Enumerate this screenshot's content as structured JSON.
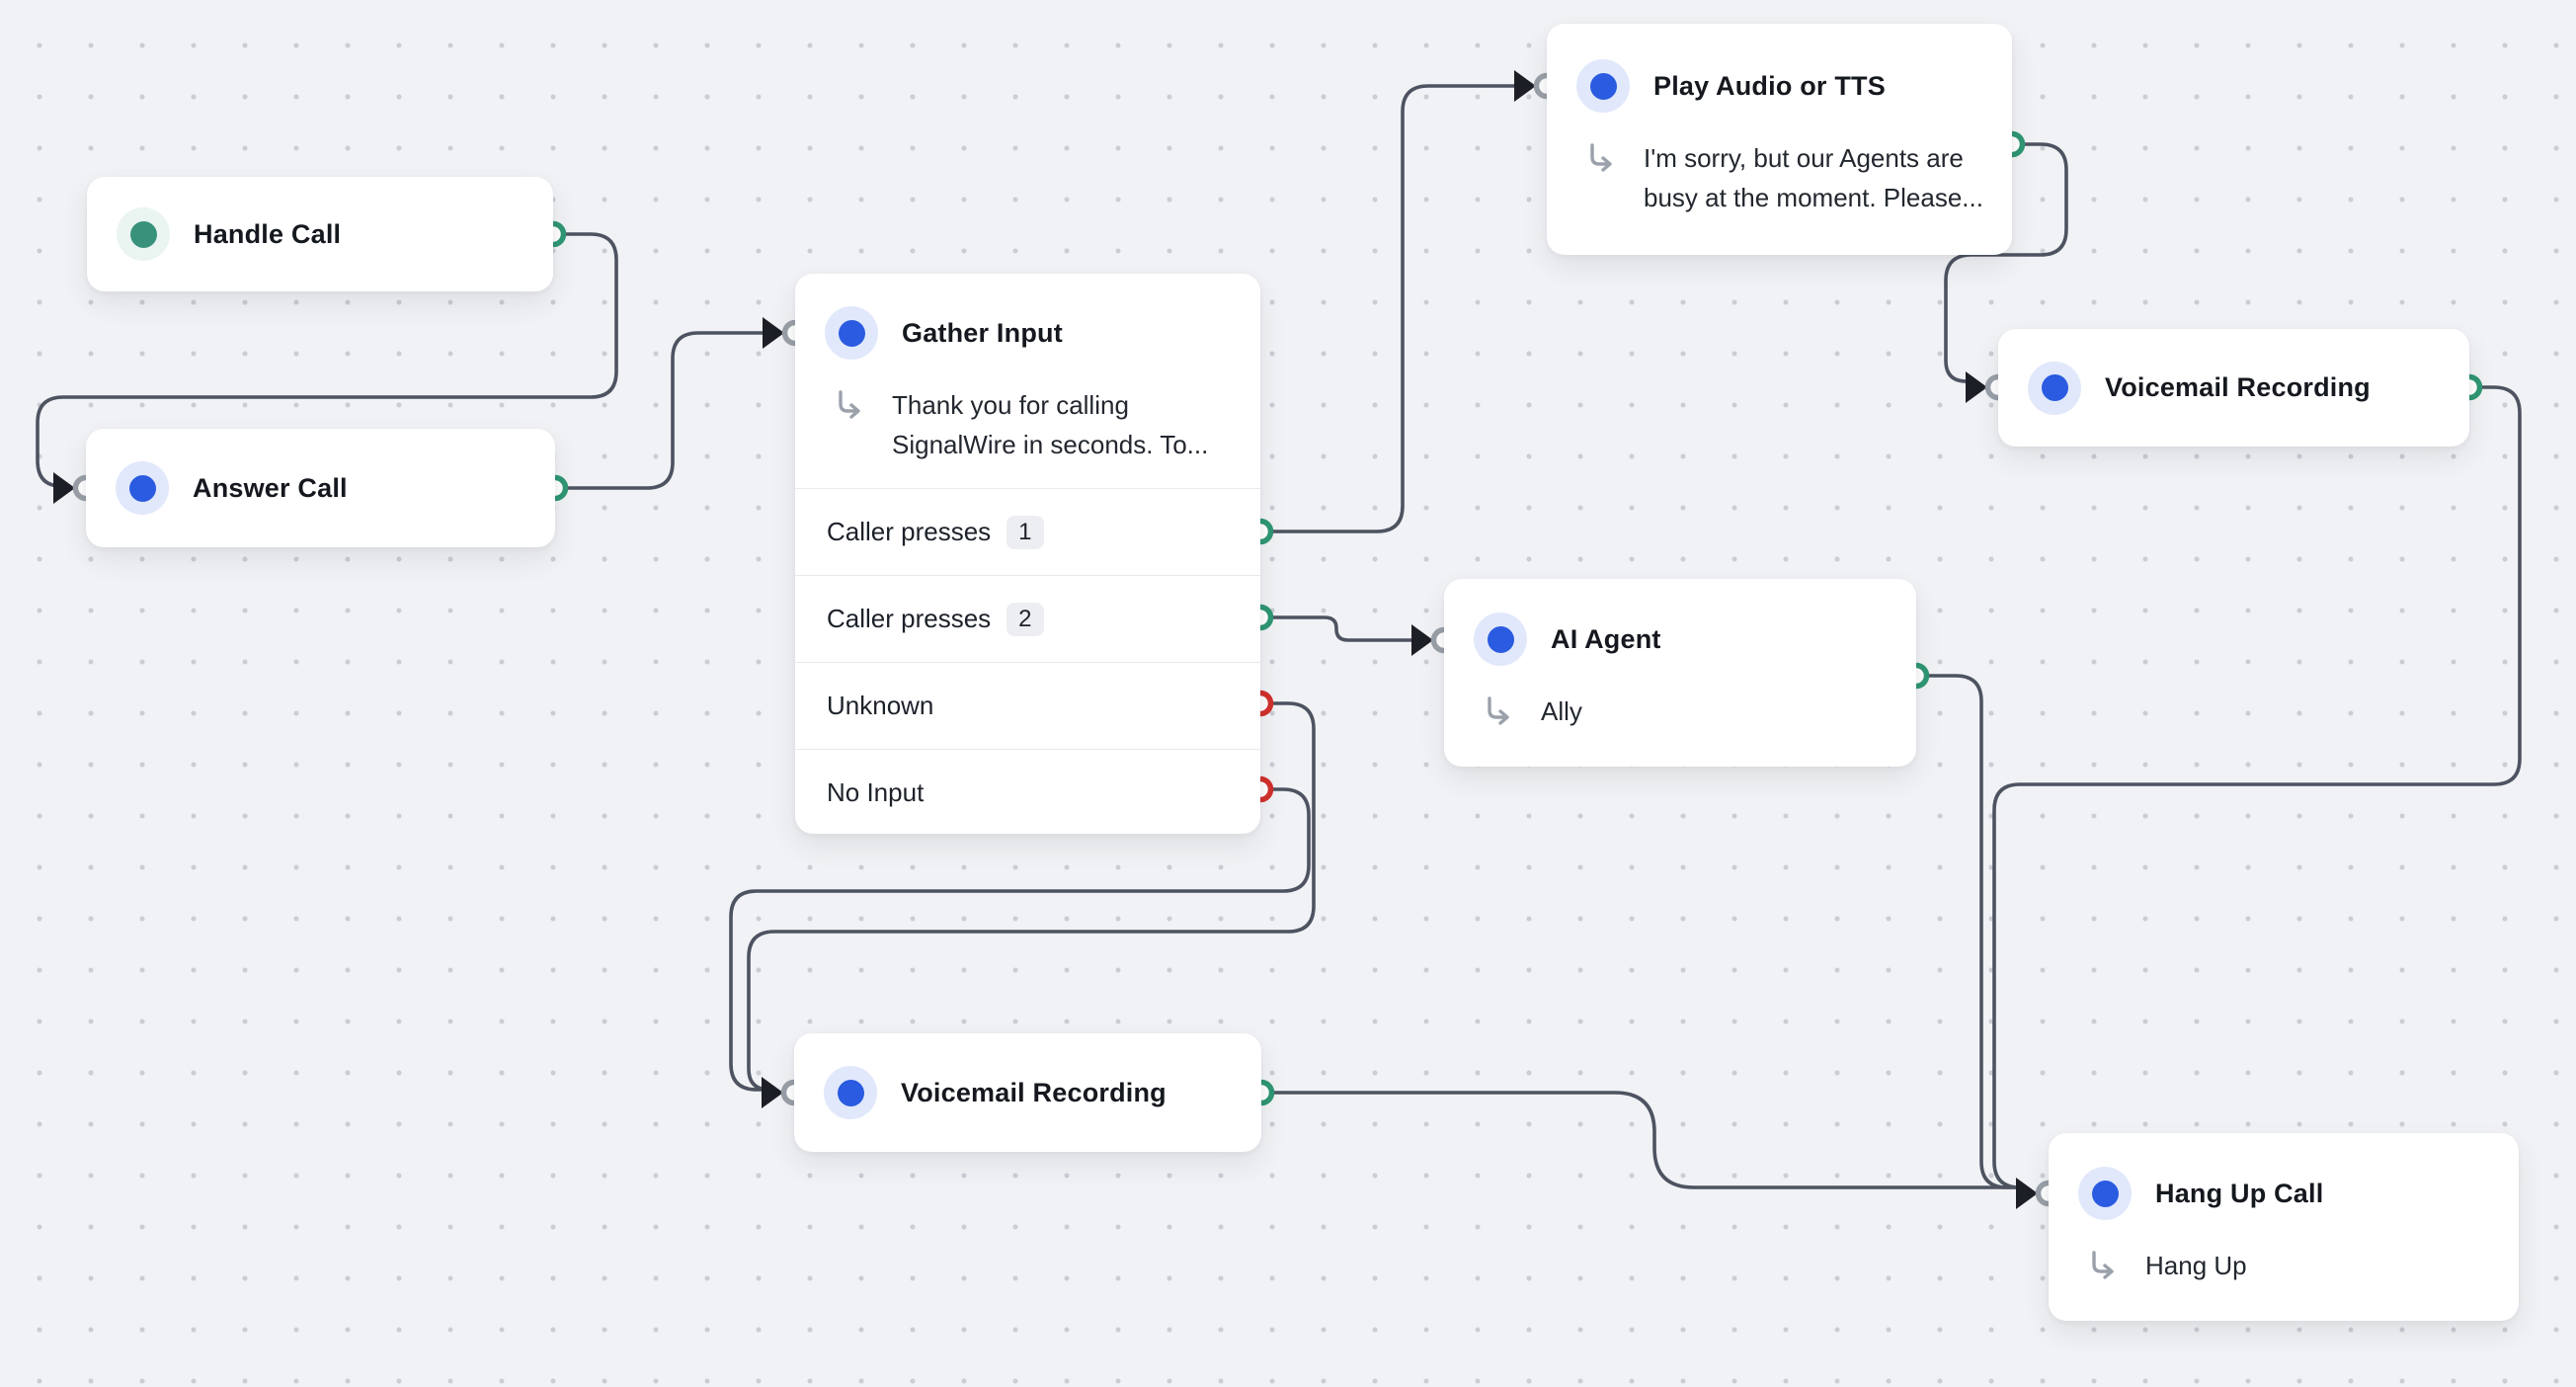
{
  "app": {
    "name": "call-flow-builder-canvas"
  },
  "colors": {
    "wire": "#4d5360",
    "port_output_green": "#2f9673",
    "port_output_red": "#d2302c",
    "port_input_gray": "#9aa0a8",
    "arrow_black": "#1c1f26",
    "node_icon_blue": "#2a5be0",
    "node_icon_green": "#38927b",
    "canvas_background": "#f1f2f5"
  },
  "nodes": {
    "handle_call": {
      "title": "Handle Call"
    },
    "answer_call": {
      "title": "Answer Call"
    },
    "gather_input": {
      "title": "Gather Input",
      "description": "Thank you for calling SignalWire in seconds. To...",
      "rows": [
        {
          "label": "Caller presses",
          "badge": "1"
        },
        {
          "label": "Caller presses",
          "badge": "2"
        },
        {
          "label": "Unknown"
        },
        {
          "label": "No Input"
        }
      ]
    },
    "play_audio_tts": {
      "title": "Play Audio or TTS",
      "description": "I'm sorry, but our Agents are busy at the moment. Please..."
    },
    "voicemail_recording_right": {
      "title": "Voicemail Recording"
    },
    "ai_agent": {
      "title": "AI Agent",
      "description": "Ally"
    },
    "voicemail_recording_bottom": {
      "title": "Voicemail Recording"
    },
    "hang_up_call": {
      "title": "Hang Up Call",
      "description": "Hang Up"
    }
  }
}
